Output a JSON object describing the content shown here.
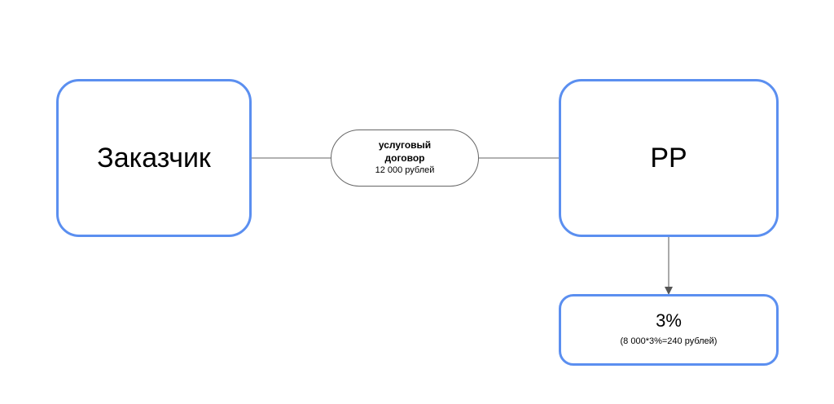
{
  "nodes": {
    "customer": {
      "label": "Заказчик"
    },
    "rr": {
      "label": "РР"
    },
    "percent": {
      "value": "3%",
      "calculation": "(8 000*3%=240 рублей)"
    }
  },
  "contract": {
    "title_line1": "услуговый",
    "title_line2": "договор",
    "amount": "12 000 рублей"
  },
  "colors": {
    "node_border": "#5b8ff0",
    "connector": "#666666",
    "text": "#000000"
  }
}
